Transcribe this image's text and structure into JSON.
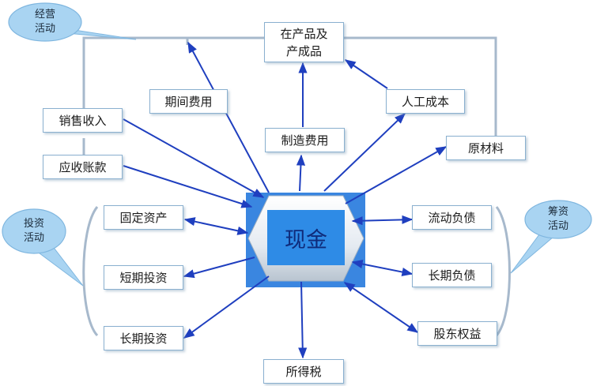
{
  "center": {
    "label": "现金"
  },
  "nodes": {
    "inventory": "在产品及\n产成品",
    "period_expense": "期间费用",
    "labor_cost": "人工成本",
    "sales_revenue": "销售收入",
    "manufacturing_expense": "制造费用",
    "raw_materials": "原材料",
    "receivables": "应收账款",
    "fixed_assets": "固定资产",
    "current_liabilities": "流动负债",
    "short_term_investment": "短期投资",
    "long_term_liabilities": "长期负债",
    "long_term_investment": "长期投资",
    "shareholder_equity": "股东权益",
    "income_tax": "所得税"
  },
  "callouts": {
    "operating": "经营\n活动",
    "investing": "投资\n活动",
    "financing": "筹资\n活动"
  },
  "colors": {
    "arrow": "#1f3fbf",
    "cash_fill": "#2e8be6",
    "cash_frame": "#3a86e0",
    "connector": "#a7b9cc",
    "bubble": "#a9d4f2",
    "node_border": "#8ab0cf"
  }
}
